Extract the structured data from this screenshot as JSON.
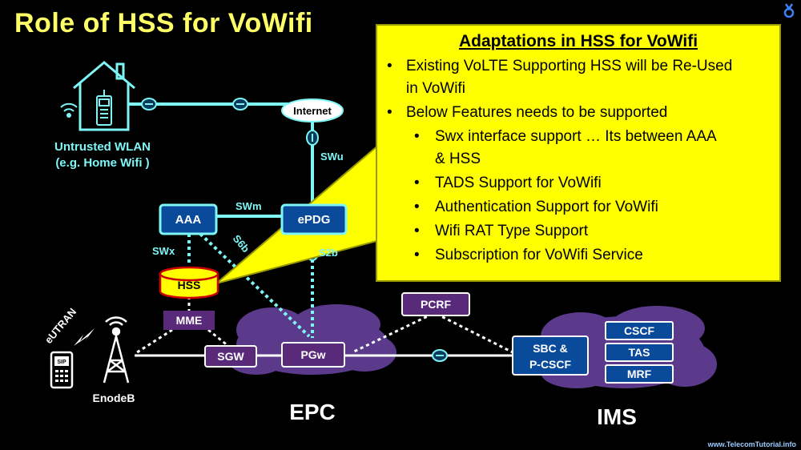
{
  "title": "Role of HSS for VoWifi",
  "callout": {
    "heading": "Adaptations in HSS for VoWifi",
    "bullets": [
      {
        "level": 1,
        "text": "Existing VoLTE Supporting HSS will be Re-Used"
      },
      {
        "level": 1,
        "text": "in VoWifi",
        "continuation": true
      },
      {
        "level": 1,
        "text": "Below Features needs to be supported"
      },
      {
        "level": 2,
        "text": "Swx interface support … Its between AAA"
      },
      {
        "level": 2,
        "text": "& HSS",
        "continuation": true
      },
      {
        "level": 2,
        "text": "TADS Support for VoWifi"
      },
      {
        "level": 2,
        "text": "Authentication Support for VoWifi"
      },
      {
        "level": 2,
        "text": "Wifi RAT Type Support"
      },
      {
        "level": 2,
        "text": "Subscription for VoWifi Service"
      }
    ]
  },
  "diagram": {
    "wlan_line1": "Untrusted WLAN",
    "wlan_line2": "(e.g. Home Wifi )",
    "internet": "Internet",
    "swu": "SWu",
    "aaa": "AAA",
    "epdg": "ePDG",
    "swm": "SWm",
    "swx": "SWx",
    "s6b": "S6b",
    "s2b": "S2b",
    "hss": "HSS",
    "mme": "MME",
    "pcrf": "PCRF",
    "sgw": "SGW",
    "pgw": "PGw",
    "sbc_line1": "SBC &",
    "sbc_line2": "P-CSCF",
    "cscf": "CSCF",
    "tas": "TAS",
    "mrf": "MRF",
    "eutran": "eUTRAN",
    "sip": "SIP",
    "enodeb": "EnodeB",
    "epc": "EPC",
    "ims": "IMS"
  },
  "colors": {
    "title": "#ffff66",
    "callout_bg": "#ffff00",
    "cyan": "#7ff6f6",
    "blue_node": "#0a4a9a",
    "purple_node": "#5a2a7a",
    "cloud": "#5b3a8c",
    "hss_fill": "#ffff00",
    "hss_stroke": "#cc0000"
  },
  "footer": "www.TelecomTutorial.info"
}
